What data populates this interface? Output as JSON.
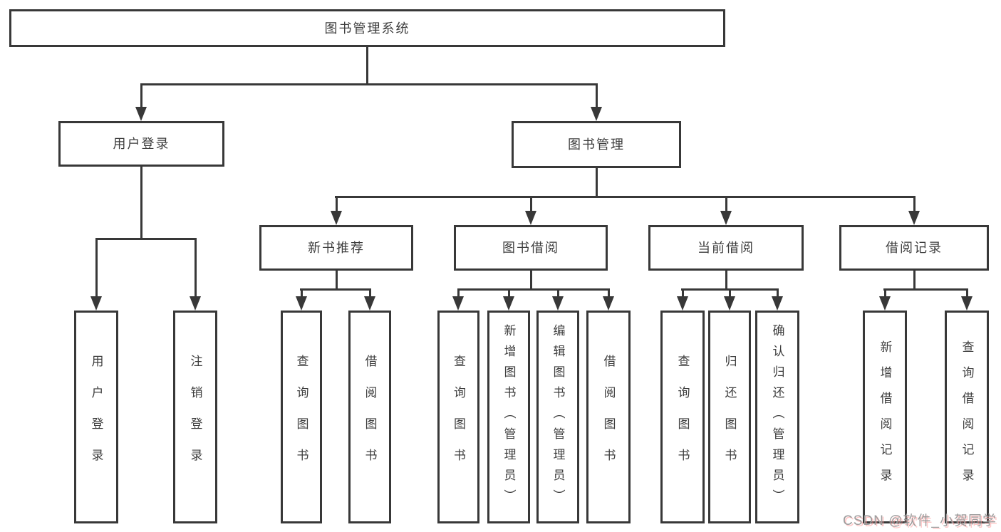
{
  "nodes": {
    "root": "图书管理系统",
    "level1": {
      "user_login": "用户登录",
      "book_mgmt": "图书管理"
    },
    "level2": {
      "new_book_rec": "新书推荐",
      "book_borrow": "图书借阅",
      "current_borrow": "当前借阅",
      "borrow_records": "借阅记录"
    },
    "leaves": {
      "user_login_leaf": "用户登录",
      "logout": "注销登录",
      "nb_query": "查询图书",
      "nb_borrow": "借阅图书",
      "bb_query": "查询图书",
      "bb_add": "新增图书（管理员）",
      "bb_edit": "编辑图书（管理员）",
      "bb_borrow": "借阅图书",
      "cb_query": "查询图书",
      "cb_return": "归还图书",
      "cb_confirm": "确认归还（管理员）",
      "br_add": "新增借阅记录",
      "br_query": "查询借阅记录"
    }
  },
  "watermark": "CSDN @软件_小贺同学"
}
